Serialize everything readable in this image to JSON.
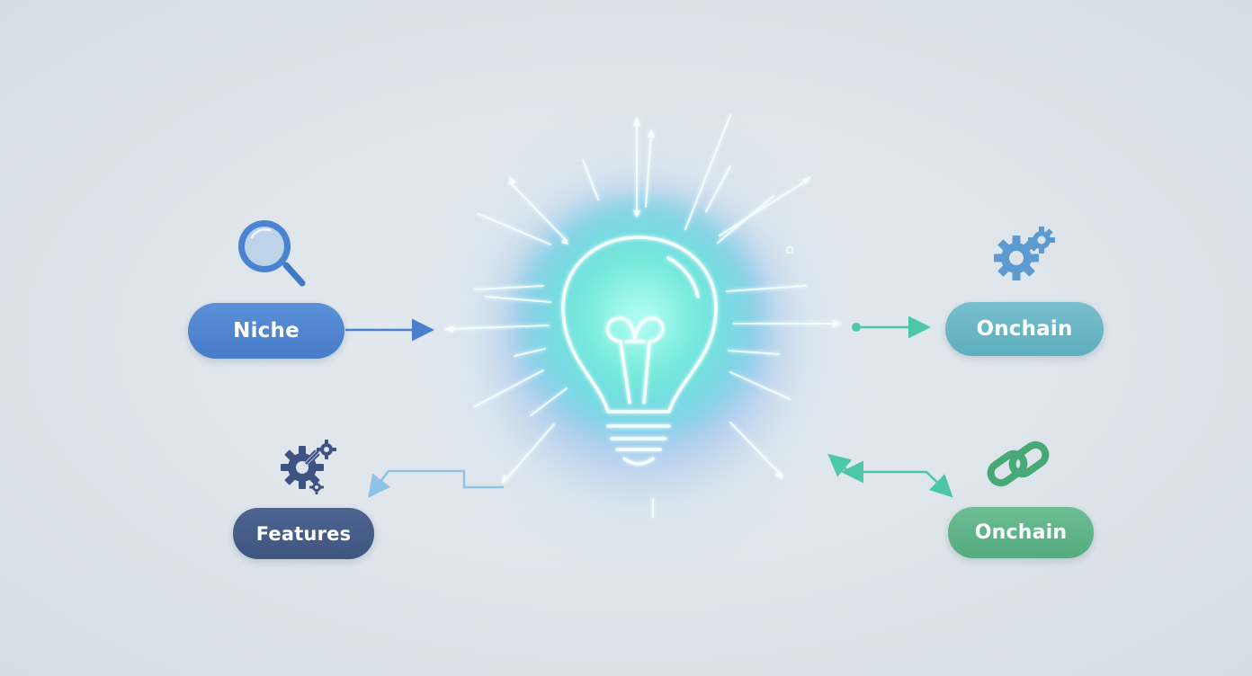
{
  "nodes": {
    "niche": {
      "label": "Niche",
      "icon": "magnifying-glass-icon",
      "color": "#4f84cf"
    },
    "features": {
      "label": "Features",
      "icon": "gears-icon",
      "color": "#435a86"
    },
    "onchain_top": {
      "label": "Onchain",
      "icon": "gears-icon",
      "color": "#66b5c5"
    },
    "onchain_bottom": {
      "label": "Onchain",
      "icon": "chain-link-icon",
      "color": "#5db388"
    }
  },
  "center": {
    "icon": "lightbulb-icon",
    "glow_color": "#7ff0e6"
  },
  "colors": {
    "background": "#dde4ea",
    "connector_blue": "#4a7fcc",
    "connector_light_blue": "#8ec3e6",
    "connector_teal": "#4cc7a8",
    "connector_green": "#4cbfa0"
  }
}
